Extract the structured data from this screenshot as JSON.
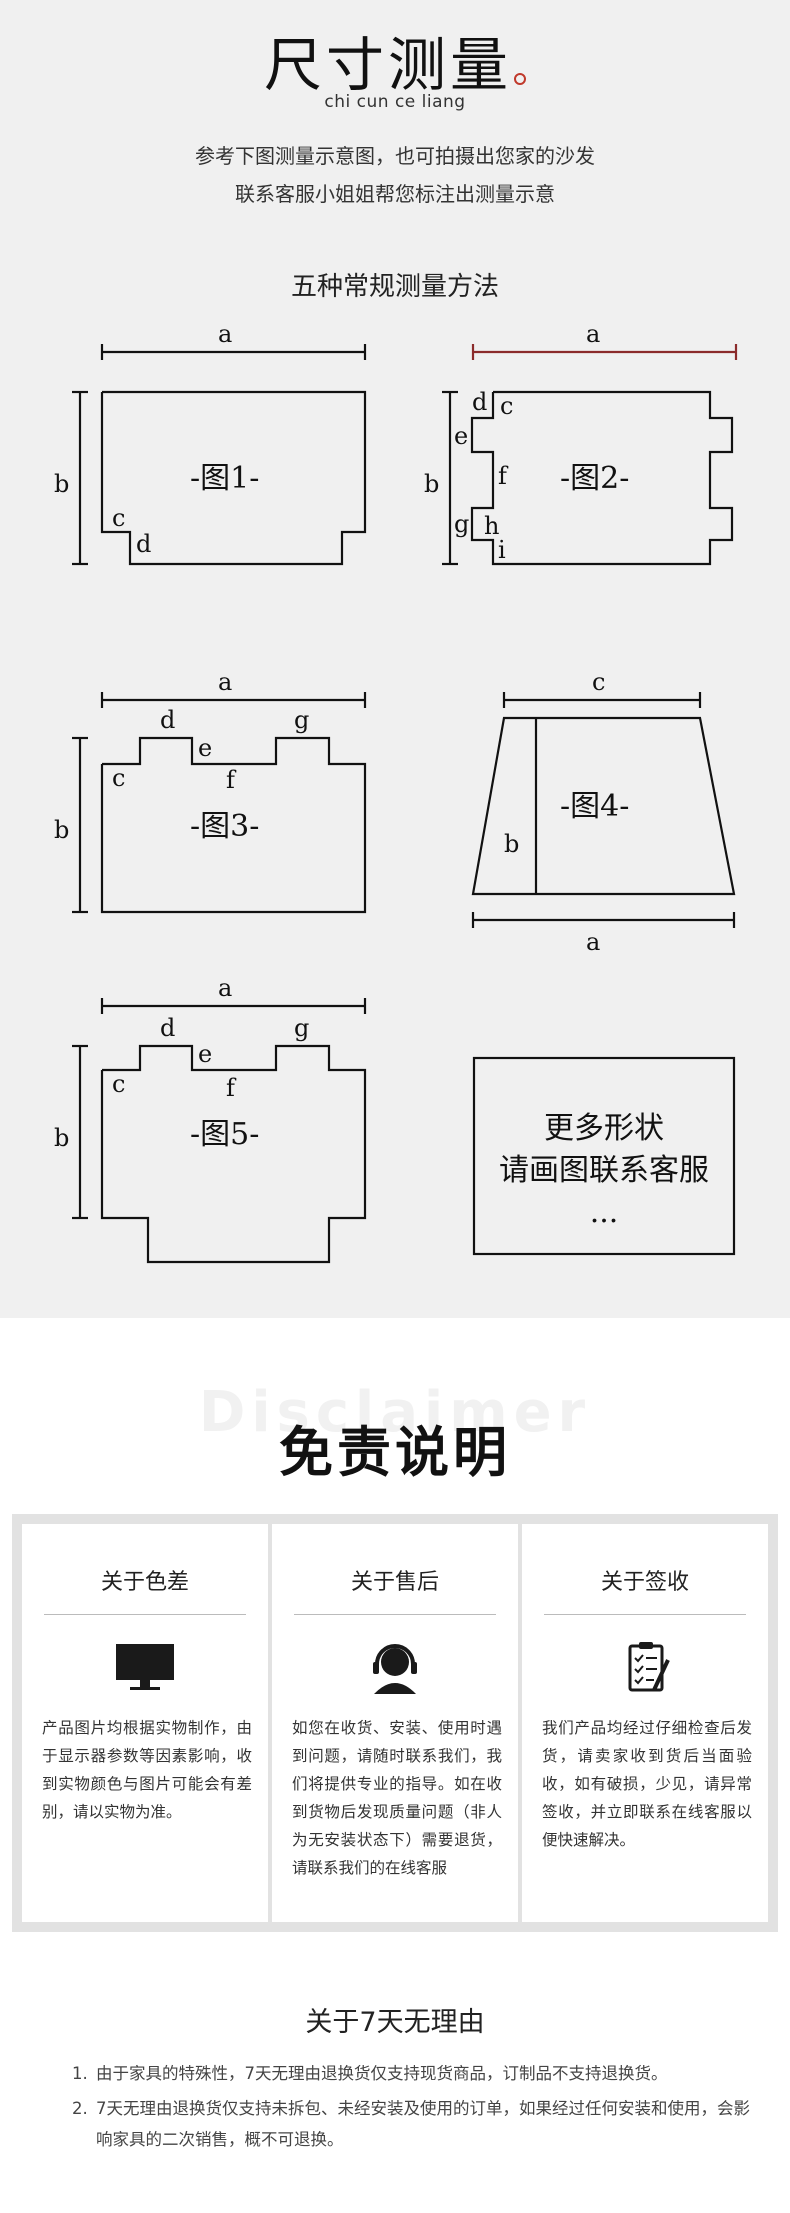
{
  "header": {
    "title": "尺寸测量",
    "pinyin": "chi cun ce liang",
    "intro_line1": "参考下图测量示意图，也可拍摄出您家的沙发",
    "intro_line2": "联系客服小姐姐帮您标注出测量示意",
    "methods_title": "五种常规测量方法"
  },
  "diagrams": {
    "fig1": {
      "label": "-图1-",
      "dims": [
        "a",
        "b",
        "c",
        "d"
      ]
    },
    "fig2": {
      "label": "-图2-",
      "dims": [
        "a",
        "b",
        "c",
        "d",
        "e",
        "f",
        "g",
        "h",
        "i"
      ]
    },
    "fig3": {
      "label": "-图3-",
      "dims": [
        "a",
        "b",
        "c",
        "d",
        "e",
        "f",
        "g"
      ]
    },
    "fig4": {
      "label": "-图4-",
      "dims": [
        "a",
        "b",
        "c"
      ]
    },
    "fig5": {
      "label": "-图5-",
      "dims": [
        "a",
        "b",
        "c",
        "d",
        "e",
        "f",
        "g"
      ]
    },
    "more": {
      "line1": "更多形状",
      "line2": "请画图联系客服",
      "line3": "..."
    }
  },
  "disclaimer": {
    "watermark": "Disclaimer",
    "title": "免责说明",
    "cards": [
      {
        "title": "关于色差",
        "icon": "monitor-icon",
        "text": "产品图片均根据实物制作，由于显示器参数等因素影响，收到实物颜色与图片可能会有差别，请以实物为准。"
      },
      {
        "title": "关于售后",
        "icon": "headset-icon",
        "text": "如您在收货、安装、使用时遇到问题，请随时联系我们，我们将提供专业的指导。如在收到货物后发现质量问题（非人为无安装状态下）需要退货，请联系我们的在线客服"
      },
      {
        "title": "关于签收",
        "icon": "clipboard-check-icon",
        "text": "我们产品均经过仔细检查后发货，请卖家收到货后当面验收，如有破损，少见，请异常签收，并立即联系在线客服以便快速解决。"
      }
    ]
  },
  "return_policy": {
    "title": "关于7天无理由",
    "items": [
      {
        "num": "1.",
        "text": "由于家具的特殊性，7天无理由退换货仅支持现货商品，订制品不支持退换货。"
      },
      {
        "num": "2.",
        "text": "7天无理由退换货仅支持未拆包、未经安装及使用的订单，如果经过任何安装和使用，会影响家具的二次销售，概不可退换。"
      }
    ]
  },
  "colors": {
    "top_bg": "#f0f0f0",
    "accent_red": "#c0392b",
    "card_frame": "#e2e2e2"
  }
}
